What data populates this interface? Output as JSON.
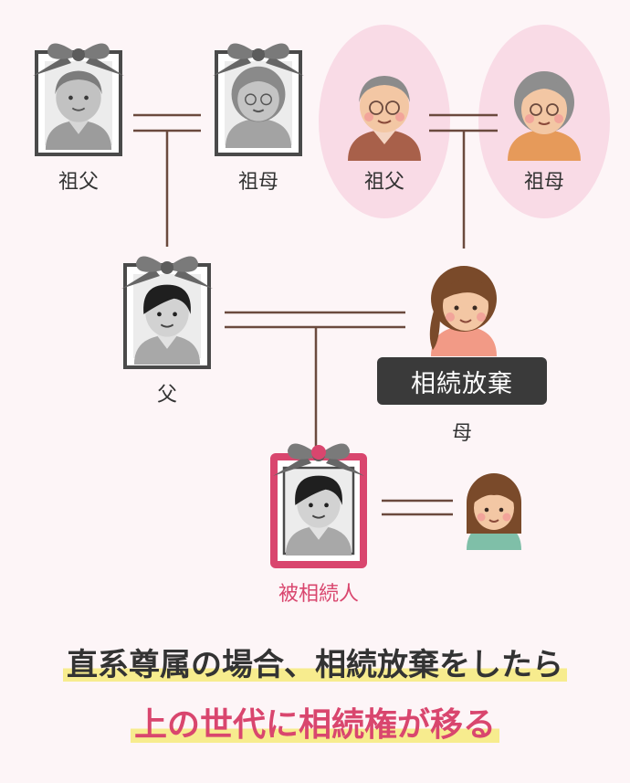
{
  "people": {
    "paternal_grandfather": "祖父",
    "paternal_grandmother": "祖母",
    "maternal_grandfather": "祖父",
    "maternal_grandmother": "祖母",
    "father": "父",
    "mother": "母",
    "decedent": "被相続人"
  },
  "badge": "相続放棄",
  "caption": {
    "line1": "直系尊属の場合、相続放棄をしたら",
    "line2": "上の世代に相続権が移る"
  },
  "colors": {
    "background": "#fdf5f7",
    "accent_pink": "#d9466e",
    "oval_pink": "#f9dbe6",
    "highlight": "#f7ec8e",
    "line": "#6b4a3e",
    "badge": "#3a3a3a"
  }
}
